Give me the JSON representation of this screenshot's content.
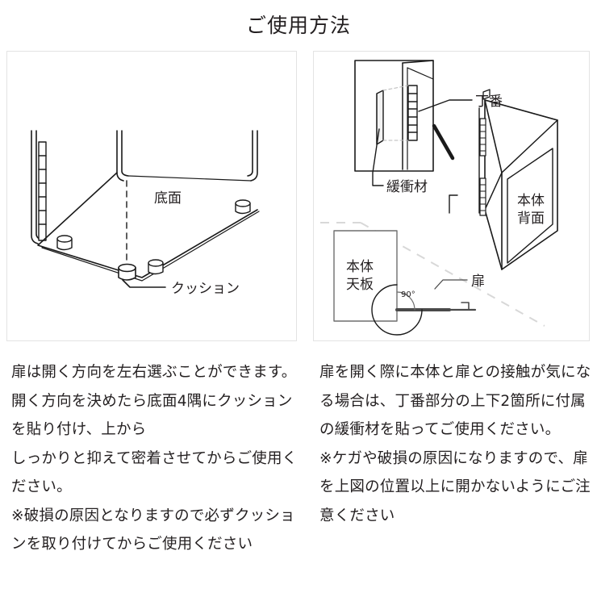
{
  "header": {
    "title": "ご使用方法"
  },
  "panels": {
    "left": {
      "name": "bottom-cushion-diagram",
      "labels": {
        "bottom_surface": "底面",
        "cushion": "クッション"
      }
    },
    "right": {
      "name": "hinge-door-diagram",
      "labels": {
        "hinge": "丁番",
        "cushion_material": "緩衝材",
        "body_rear": "本体\n背面",
        "body_rear_line1": "本体",
        "body_rear_line2": "背面",
        "body_top": "本体\n天板",
        "body_top_line1": "本体",
        "body_top_line2": "天板",
        "door": "扉",
        "angle": "90°"
      }
    }
  },
  "captions": {
    "left": "扉は開く方向を左右選ぶことができます。開く方向を決めたら底面4隅にクッションを貼り付け、上から\nしっかりと抑えて密着させてからご使用ください。\n※破損の原因となりますので必ずクッションを取り付けてからご使用ください",
    "right": "扉を開く際に本体と扉との接触が気になる場合は、丁番部分の上下2箇所に付属の緩衝材を貼ってご使用ください。\n※ケガや破損の原因になりますので、扉を上図の位置以上に開かないようにご注意ください"
  },
  "colors": {
    "ink": "#231f20",
    "panel_border": "#e3e3e3",
    "background": "#ffffff",
    "dashed_guide": "#d8d8d8",
    "line_gray": "#555555"
  }
}
